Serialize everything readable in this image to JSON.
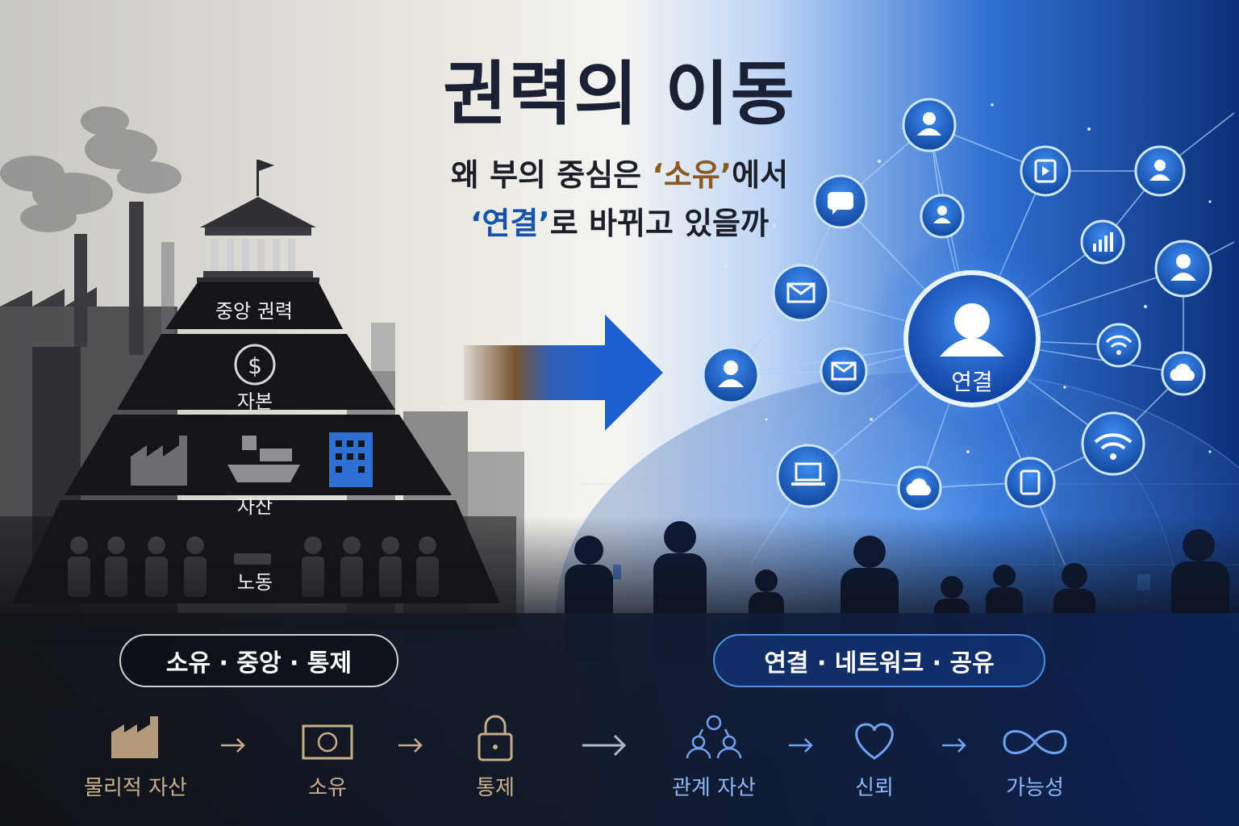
{
  "title": "권력의 이동",
  "subtitle": {
    "line1_prefix": "왜 부의 중심은 ",
    "line1_highlight": "‘소유’",
    "line1_suffix": "에서",
    "line2_highlight": "‘연결’",
    "line2_suffix": "로 바뀌고 있을까"
  },
  "pyramid": {
    "tiers": [
      {
        "label": "중앙 권력"
      },
      {
        "label": "자본",
        "icon": "dollar-coin-icon"
      },
      {
        "label": "자산",
        "icons": [
          "factory-icon",
          "cargo-ship-icon",
          "office-building-icon"
        ]
      },
      {
        "label": "노동",
        "icon": "workers-icon"
      }
    ],
    "top_icon": "government-building-icon"
  },
  "network": {
    "hub_label": "연결",
    "node_icons": [
      "user-icon",
      "chat-icon",
      "video-icon",
      "mail-icon",
      "chart-icon",
      "wifi-icon",
      "cloud-icon",
      "laptop-icon",
      "tablet-icon"
    ]
  },
  "left_pill": "소유 · 중앙 · 통제",
  "right_pill": "연결 · 네트워크 · 공유",
  "flow_left": [
    {
      "label": "물리적 자산",
      "icon": "factory-icon"
    },
    {
      "label": "소유",
      "icon": "banknote-icon"
    },
    {
      "label": "통제",
      "icon": "padlock-icon"
    }
  ],
  "flow_right": [
    {
      "label": "관계 자산",
      "icon": "people-network-icon"
    },
    {
      "label": "신뢰",
      "icon": "heart-icon"
    },
    {
      "label": "가능성",
      "icon": "infinity-icon"
    }
  ],
  "colors": {
    "title": "#1a2134",
    "ownership_accent": "#8a5a22",
    "connection_accent": "#1553a8",
    "network_glow": "#3d8cff",
    "dark_bg": "#0f1420"
  }
}
